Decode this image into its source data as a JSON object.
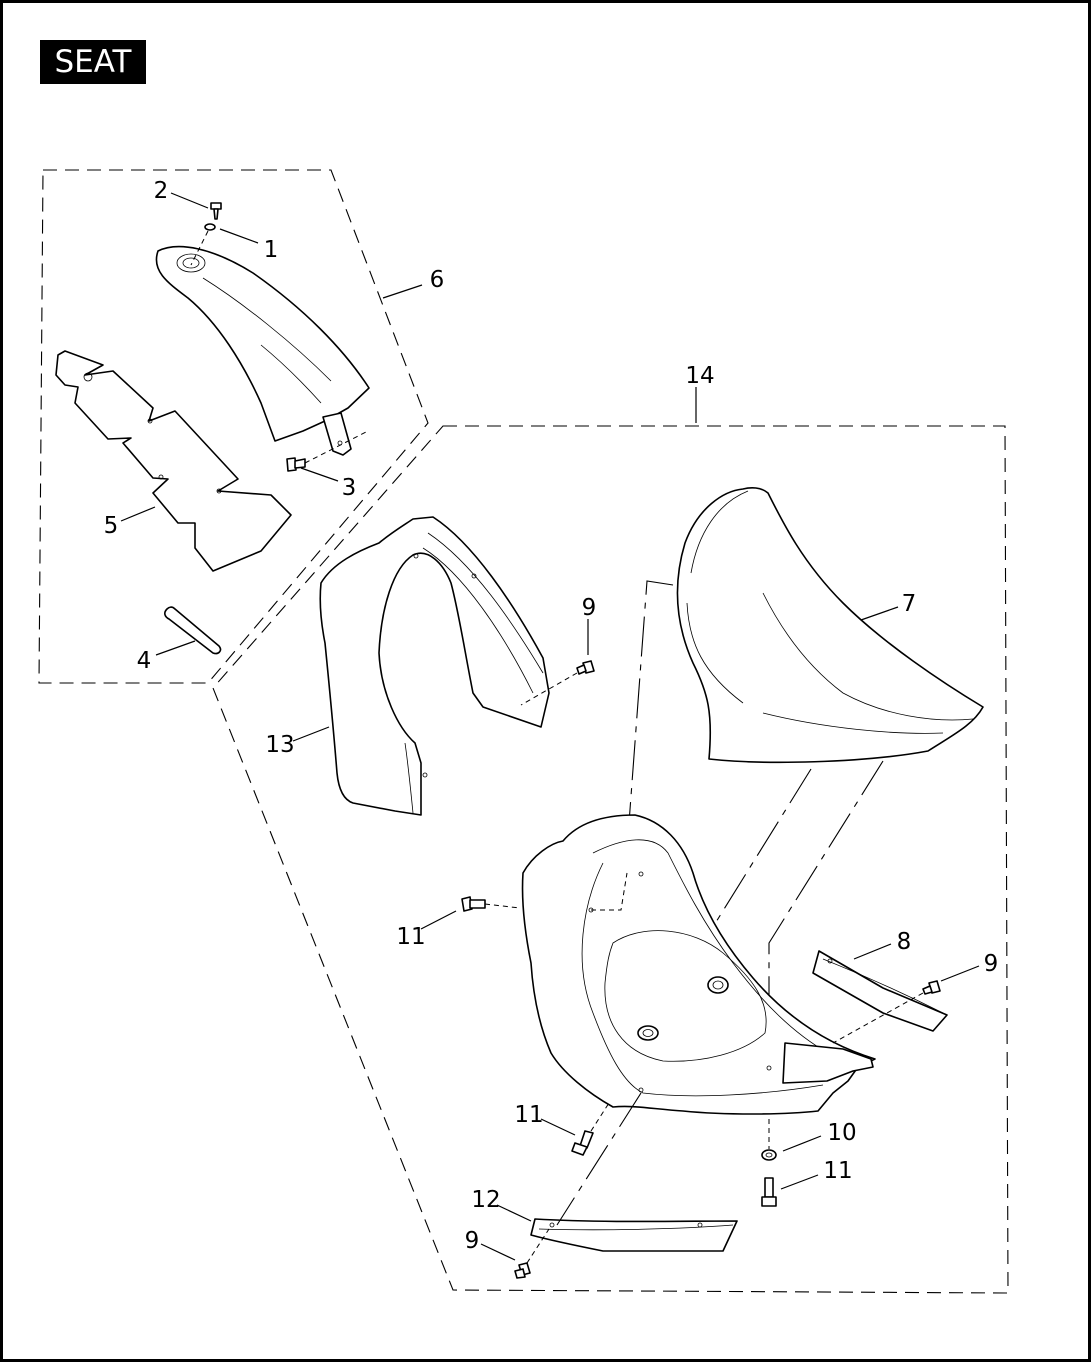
{
  "title": "SEAT",
  "callouts": {
    "c1": "1",
    "c2": "2",
    "c3": "3",
    "c4": "4",
    "c5": "5",
    "c6": "6",
    "c7": "7",
    "c8": "8",
    "c9a": "9",
    "c9b": "9",
    "c9c": "9",
    "c10": "10",
    "c11a": "11",
    "c11b": "11",
    "c11c": "11",
    "c12": "12",
    "c13": "13",
    "c14": "14"
  }
}
